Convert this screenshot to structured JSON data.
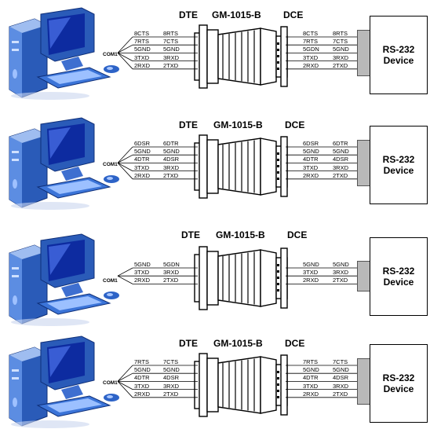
{
  "panels": [
    {
      "dte": "DTE",
      "model": "GM-1015-B",
      "dce": "DCE",
      "com": "COM1",
      "device_line1": "RS-232",
      "device_line2": "Device",
      "left": [
        [
          "8CTS",
          "8RTS"
        ],
        [
          "7RTS",
          "7CTS"
        ],
        [
          "5GND",
          "5GND"
        ],
        [
          "3TXD",
          "3RXD"
        ],
        [
          "2RXD",
          "2TXD"
        ]
      ],
      "right": [
        [
          "8CTS",
          "8RTS"
        ],
        [
          "7RTS",
          "7CTS"
        ],
        [
          "5GDN",
          "5GND"
        ],
        [
          "3TXD",
          "3RXD"
        ],
        [
          "2RXD",
          "2TXD"
        ]
      ]
    },
    {
      "dte": "DTE",
      "model": "GM-1015-B",
      "dce": "DCE",
      "com": "COM1",
      "device_line1": "RS-232",
      "device_line2": "Device",
      "left": [
        [
          "6DSR",
          "6DTR"
        ],
        [
          "5GND",
          "5GND"
        ],
        [
          "4DTR",
          "4DSR"
        ],
        [
          "3TXD",
          "3RXD"
        ],
        [
          "2RXD",
          "2TXD"
        ]
      ],
      "right": [
        [
          "6DSR",
          "6DTR"
        ],
        [
          "5GND",
          "5GND"
        ],
        [
          "4DTR",
          "4DSR"
        ],
        [
          "3TXD",
          "3RXD"
        ],
        [
          "2RXD",
          "2TXD"
        ]
      ]
    },
    {
      "dte": "DTE",
      "model": "GM-1015-B",
      "dce": "DCE",
      "com": "COM1",
      "device_line1": "RS-232",
      "device_line2": "Device",
      "left": [
        [
          "5GND",
          "5GDN"
        ],
        [
          "3TXD",
          "3RXD"
        ],
        [
          "2RXD",
          "2TXD"
        ]
      ],
      "right": [
        [
          "5GND",
          "5GND"
        ],
        [
          "3TXD",
          "3RXD"
        ],
        [
          "2RXD",
          "2TXD"
        ]
      ]
    },
    {
      "dte": "DTE",
      "model": "GM-1015-B",
      "dce": "DCE",
      "com": "COM1",
      "device_line1": "RS-232",
      "device_line2": "Device",
      "left": [
        [
          "7RTS",
          "7CTS"
        ],
        [
          "5GND",
          "5GND"
        ],
        [
          "4DTR",
          "4DSR"
        ],
        [
          "3TXD",
          "3RXD"
        ],
        [
          "2RXD",
          "2TXD"
        ]
      ],
      "right": [
        [
          "7RTS",
          "7CTS"
        ],
        [
          "5GND",
          "5GND"
        ],
        [
          "4DTR",
          "4DSR"
        ],
        [
          "3TXD",
          "3RXD"
        ],
        [
          "2RXD",
          "2TXD"
        ]
      ]
    }
  ]
}
